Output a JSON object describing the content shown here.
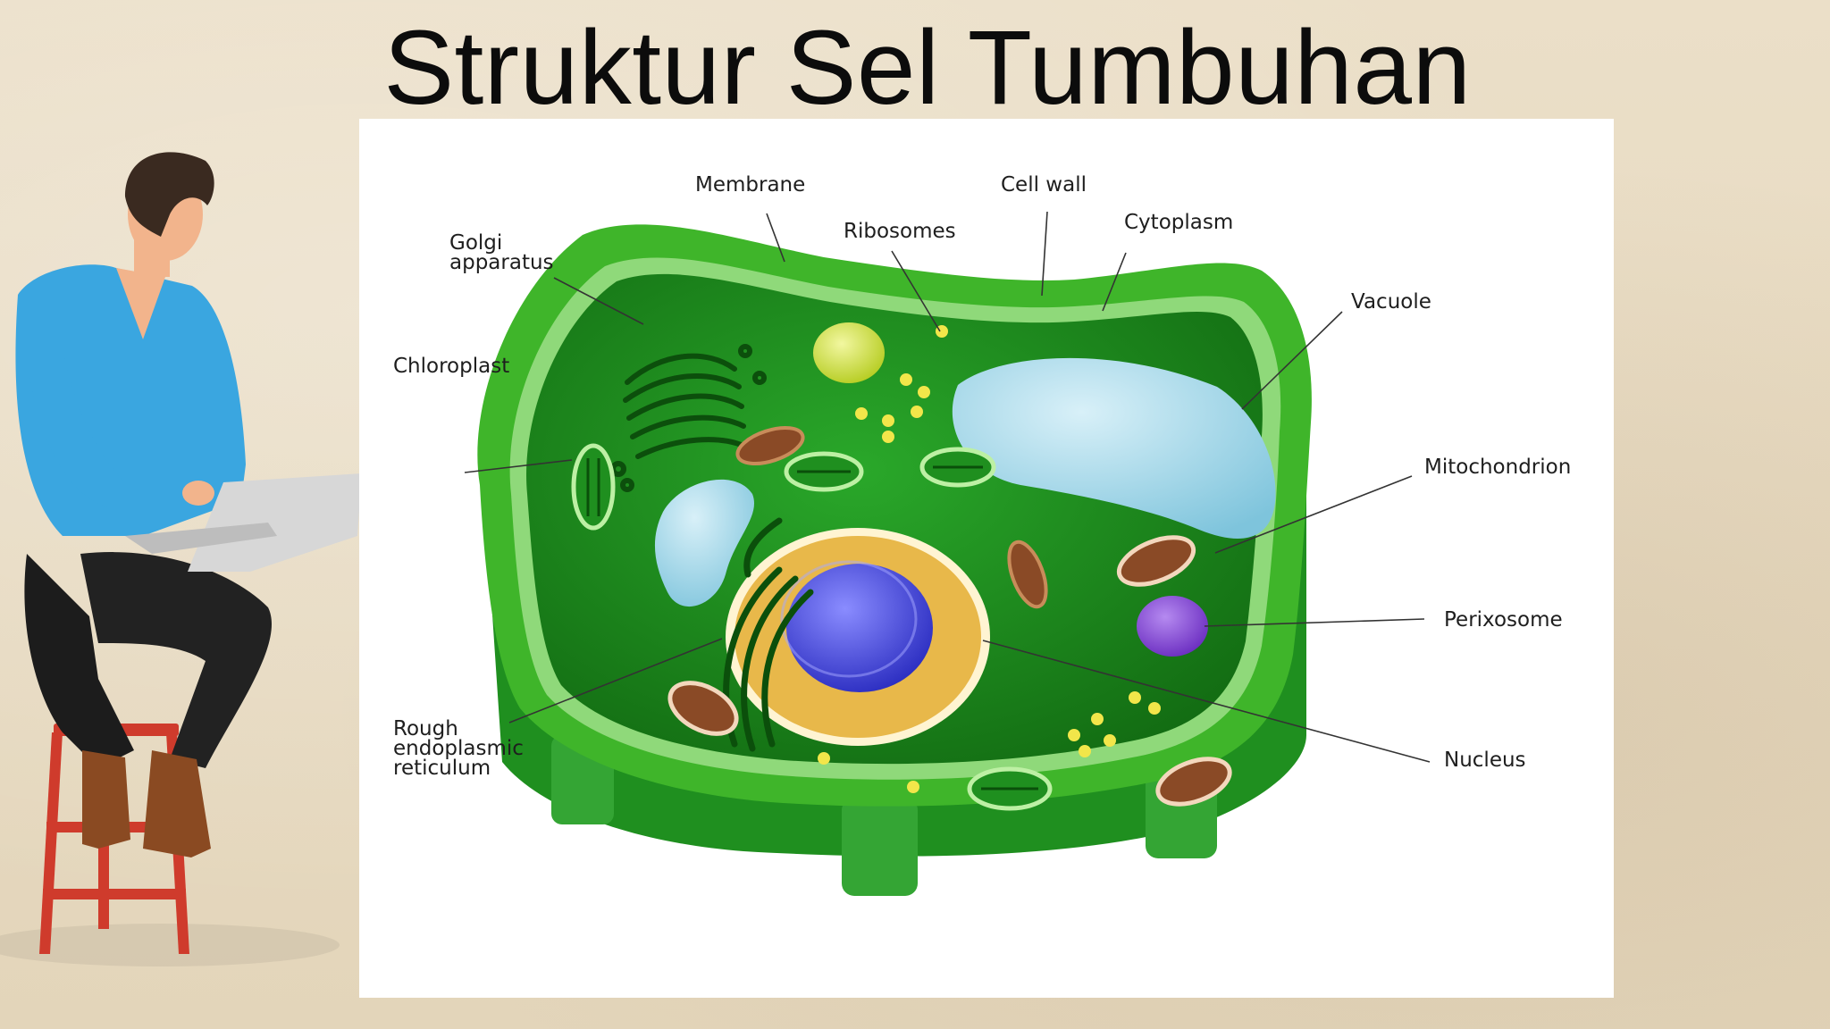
{
  "slide": {
    "title": "Struktur Sel Tumbuhan"
  },
  "diagram": {
    "labels": {
      "membrane": "Membrane",
      "cell_wall": "Cell wall",
      "ribosomes": "Ribosomes",
      "cytoplasm": "Cytoplasm",
      "golgi_line1": "Golgi",
      "golgi_line2": "apparatus",
      "vacuole": "Vacuole",
      "chloroplast": "Chloroplast",
      "mitochondrion": "Mitochondrion",
      "perixosome": "Perixosome",
      "rough_er_line1": "Rough",
      "rough_er_line2": "endoplasmic",
      "rough_er_line3": "reticulum",
      "nucleus": "Nucleus"
    },
    "colors": {
      "cell_wall": "#3fb52a",
      "cytoplasm": "#1e8a1e",
      "membrane": "#8fd97a",
      "vacuole": "#a9dcec",
      "nucleus_envelope": "#e8b84a",
      "nucleolus": "#3b3fd4",
      "perixosome": "#8a4fd8",
      "mitochondrion": "#8a4a26",
      "ribosome": "#f2e64a"
    }
  },
  "illustration": {
    "shirt_color": "#3aa6e0",
    "stool_color": "#cf3b2c"
  }
}
